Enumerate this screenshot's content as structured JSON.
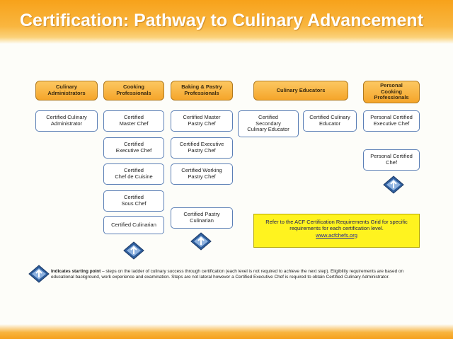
{
  "title": "Certification: Pathway to Culinary Advancement",
  "colors": {
    "banner": "#f7a21a",
    "header_box": "#f5a52a",
    "cert_border": "#5b7fb6",
    "note_bg": "#fff31f"
  },
  "categories": {
    "administrators": "Culinary\nAdministrators",
    "cooking": "Cooking\nProfessionals",
    "baking": "Baking & Pastry\nProfessionals",
    "educators": "Culinary Educators",
    "personal": "Personal\nCooking\nProfessionals"
  },
  "certs": {
    "cca": "Certified Culinary\nAdministrator",
    "cmc": "Certified\nMaster Chef",
    "cec": "Certified\nExecutive Chef",
    "ccc": "Certified\nChef de Cuisine",
    "csc": "Certified\nSous Chef",
    "cc": "Certified Culinarian",
    "cmpc": "Certified Master\nPastry Chef",
    "cepc": "Certified Executive\nPastry Chef",
    "cwpc": "Certified Working\nPastry Chef",
    "cpc": "Certified Pastry\nCulinarian",
    "csce": "Certified\nSecondary\nCulinary Educator",
    "cce": "Certified Culinary\nEducator",
    "pcec": "Personal Certified\nExecutive Chef",
    "ppc": "Personal Certified\nChef"
  },
  "note": {
    "text": "Refer to the ACF Certification Requirements Grid for specific requirements for each certification level.",
    "url": "www.acfchefs.org"
  },
  "legend": {
    "bold": "Indicates starting point",
    "text": " – steps on the ladder of culinary success through certification (each level is not required to achieve the next step). Eligibility requirements are based on educational background, work experience and examination. Steps are not lateral however a Certified Executive Chef is required to obtain Certified Culinary Administrator."
  },
  "icons": {
    "start": "starting-point-diamond-icon"
  }
}
